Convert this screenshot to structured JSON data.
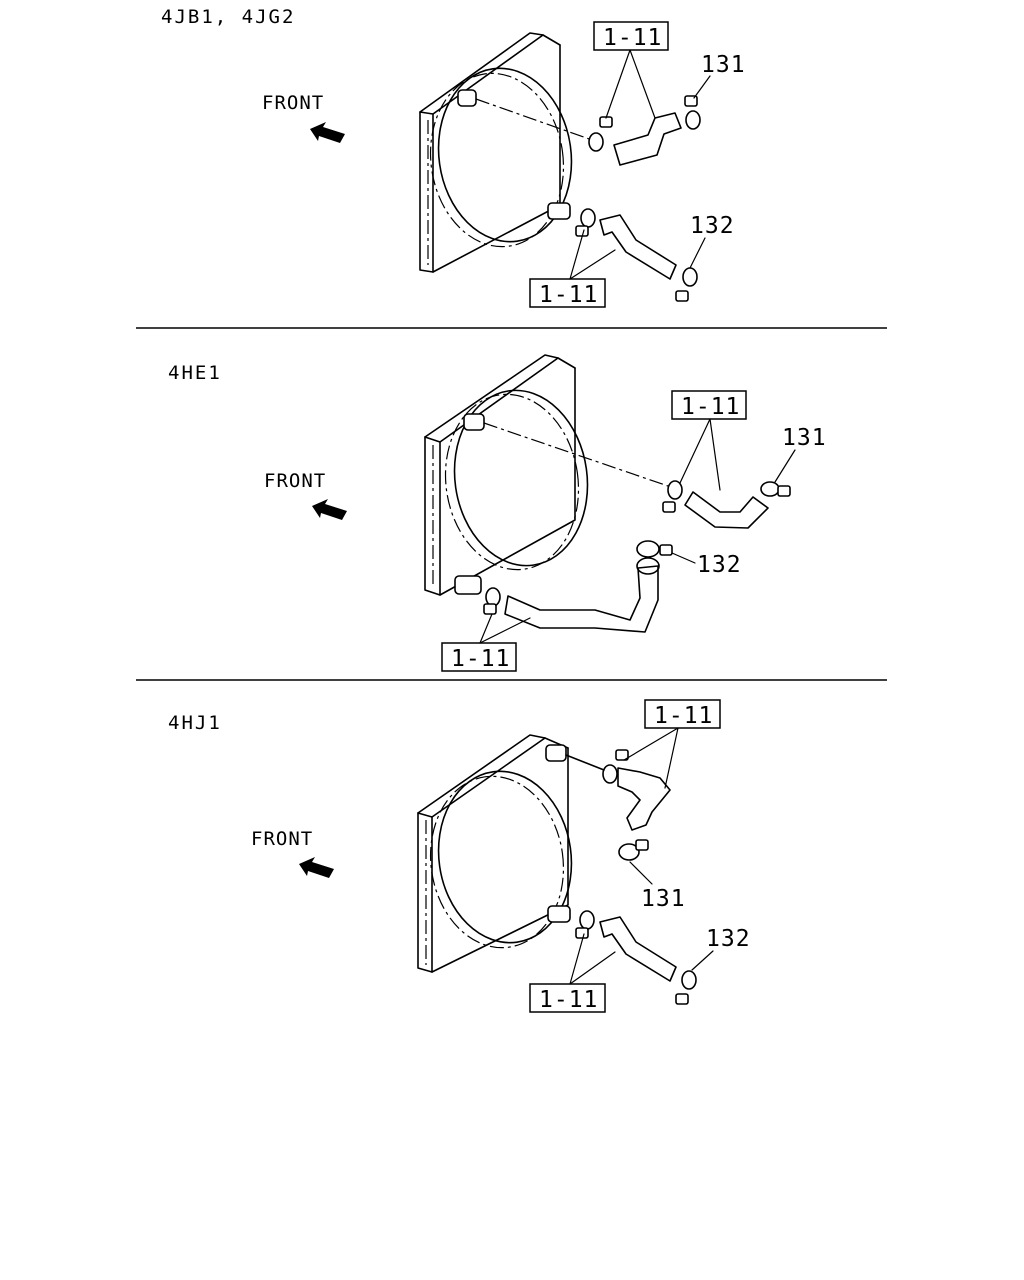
{
  "panels": [
    {
      "engine_label": "4JB1, 4JG2",
      "front_label": "FRONT",
      "ref_top": "1-11",
      "ref_bottom": "1-11",
      "part_upper_clamp": "131",
      "part_lower_clamp": "132"
    },
    {
      "engine_label": "4HE1",
      "front_label": "FRONT",
      "ref_top": "1-11",
      "ref_bottom": "1-11",
      "part_upper_clamp": "131",
      "part_lower_clamp": "132"
    },
    {
      "engine_label": "4HJ1",
      "front_label": "FRONT",
      "ref_top": "1-11",
      "ref_bottom": "1-11",
      "part_upper_clamp": "131",
      "part_lower_clamp": "132"
    }
  ]
}
